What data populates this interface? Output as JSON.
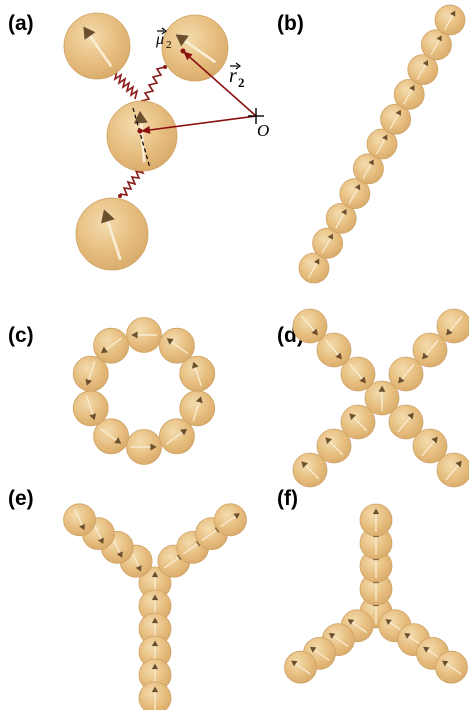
{
  "panels": {
    "a": {
      "label": "(a)",
      "mu_symbol": "μ",
      "mu_subscript": "2",
      "r_symbol": "r",
      "r_subscript": "2",
      "origin_label": "O"
    },
    "b": {
      "label": "(b)"
    },
    "c": {
      "label": "(c)"
    },
    "d": {
      "label": "(d)"
    },
    "e": {
      "label": "(e)"
    },
    "f": {
      "label": "(f)"
    }
  },
  "colors": {
    "sphere_fill": "#e6bd7e",
    "sphere_light": "#f4dcae",
    "sphere_edge": "#cfa264",
    "spring": "#8b1a1a",
    "vector": "#8b1010",
    "moment_arrow": "#6b5030"
  }
}
